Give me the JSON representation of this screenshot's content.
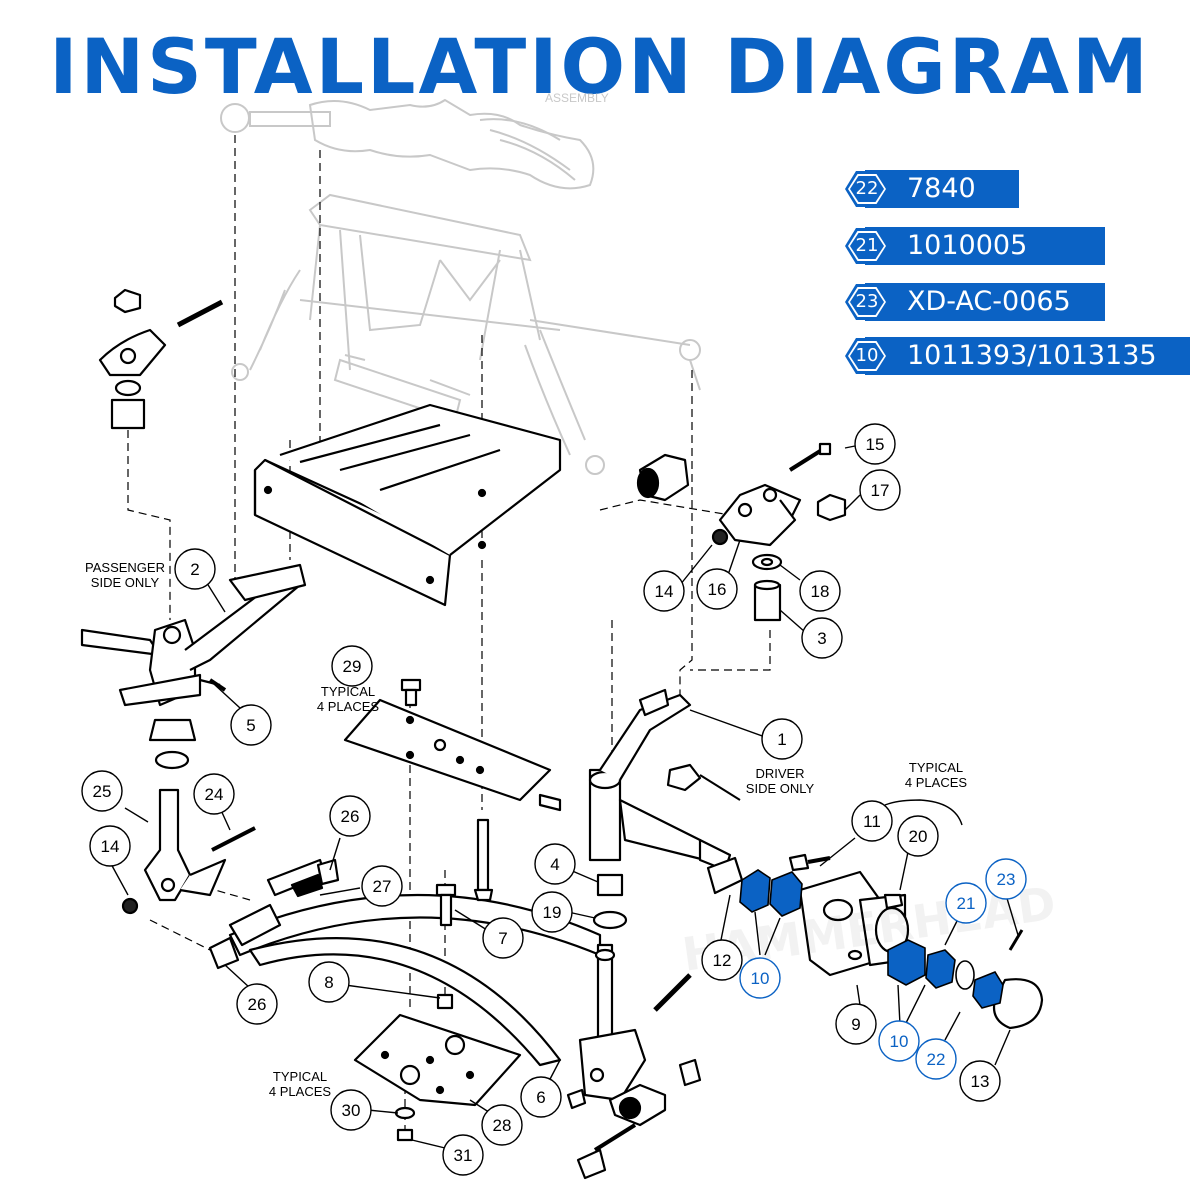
{
  "title": "INSTALLATION DIAGRAM",
  "colors": {
    "accent": "#0b62c4",
    "ink": "#000000",
    "faded": "#c8c8c8"
  },
  "legend": [
    {
      "callout": "22",
      "part": "7840"
    },
    {
      "callout": "21",
      "part": "1010005"
    },
    {
      "callout": "23",
      "part": "XD-AC-0065"
    },
    {
      "callout": "10",
      "part": "1011393/1013135"
    }
  ],
  "notes": {
    "steering_assembly": "ASSEMBLY",
    "passenger_line1": "PASSENGER",
    "passenger_line2": "SIDE ONLY",
    "driver_line1": "DRIVER",
    "driver_line2": "SIDE ONLY",
    "typical_line1": "TYPICAL",
    "typical_line2": "4 PLACES",
    "watermark": "HAMMERHEAD"
  },
  "callouts": [
    {
      "id": "c15",
      "label": "15",
      "highlight": false
    },
    {
      "id": "c17",
      "label": "17",
      "highlight": false
    },
    {
      "id": "c14a",
      "label": "14",
      "highlight": false
    },
    {
      "id": "c16",
      "label": "16",
      "highlight": false
    },
    {
      "id": "c18",
      "label": "18",
      "highlight": false
    },
    {
      "id": "c3",
      "label": "3",
      "highlight": false
    },
    {
      "id": "c2",
      "label": "2",
      "highlight": false
    },
    {
      "id": "c5",
      "label": "5",
      "highlight": false
    },
    {
      "id": "c29",
      "label": "29",
      "highlight": false
    },
    {
      "id": "c1",
      "label": "1",
      "highlight": false
    },
    {
      "id": "c25",
      "label": "25",
      "highlight": false
    },
    {
      "id": "c24",
      "label": "24",
      "highlight": false
    },
    {
      "id": "c14b",
      "label": "14",
      "highlight": false
    },
    {
      "id": "c26a",
      "label": "26",
      "highlight": false
    },
    {
      "id": "c27",
      "label": "27",
      "highlight": false
    },
    {
      "id": "c4",
      "label": "4",
      "highlight": false
    },
    {
      "id": "c19",
      "label": "19",
      "highlight": false
    },
    {
      "id": "c7",
      "label": "7",
      "highlight": false
    },
    {
      "id": "c12",
      "label": "12",
      "highlight": false
    },
    {
      "id": "c10a",
      "label": "10",
      "highlight": true
    },
    {
      "id": "c11",
      "label": "11",
      "highlight": false
    },
    {
      "id": "c20",
      "label": "20",
      "highlight": false
    },
    {
      "id": "c23",
      "label": "23",
      "highlight": true
    },
    {
      "id": "c21",
      "label": "21",
      "highlight": true
    },
    {
      "id": "c9",
      "label": "9",
      "highlight": false
    },
    {
      "id": "c10b",
      "label": "10",
      "highlight": true
    },
    {
      "id": "c22",
      "label": "22",
      "highlight": true
    },
    {
      "id": "c13",
      "label": "13",
      "highlight": false
    },
    {
      "id": "c26b",
      "label": "26",
      "highlight": false
    },
    {
      "id": "c8",
      "label": "8",
      "highlight": false
    },
    {
      "id": "c6",
      "label": "6",
      "highlight": false
    },
    {
      "id": "c28",
      "label": "28",
      "highlight": false
    },
    {
      "id": "c30",
      "label": "30",
      "highlight": false
    },
    {
      "id": "c31",
      "label": "31",
      "highlight": false
    }
  ]
}
